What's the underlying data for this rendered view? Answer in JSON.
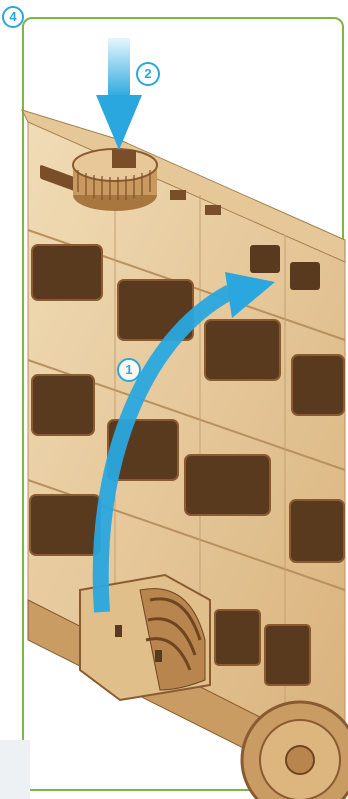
{
  "step": {
    "number": "4"
  },
  "callouts": [
    {
      "id": "push-down",
      "number": "2"
    },
    {
      "id": "rotate-up",
      "number": "1"
    }
  ],
  "colors": {
    "frame": "#7ab648",
    "accent": "#2aa7de",
    "wood_light": "#ecd3a8",
    "wood_mid": "#d9b27c",
    "wood_dark": "#8a5a30",
    "window_dark": "#5a3a1e"
  }
}
